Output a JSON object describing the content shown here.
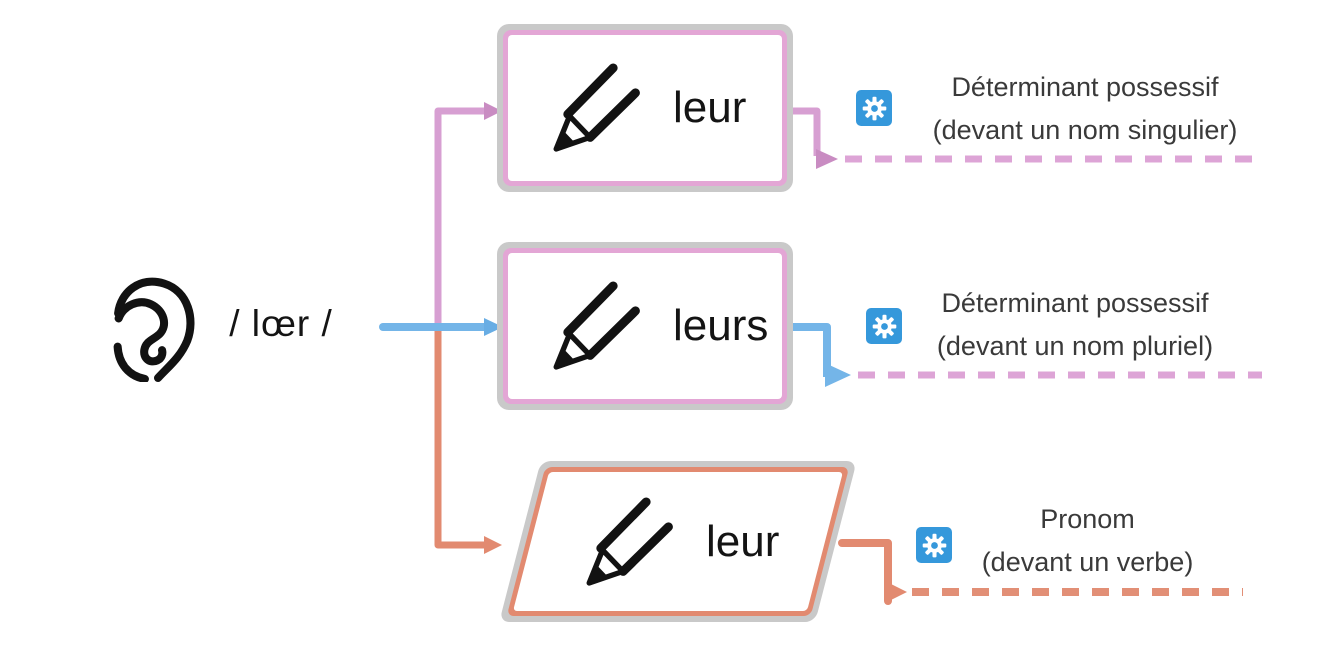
{
  "phonetic": "/ lœr /",
  "nodes": [
    {
      "word": "leur",
      "shape": "rectangle",
      "border": "pink"
    },
    {
      "word": "leurs",
      "shape": "rectangle",
      "border": "pink"
    },
    {
      "word": "leur",
      "shape": "parallelogram",
      "border": "salmon"
    }
  ],
  "labels": [
    {
      "line1": "Déterminant possessif",
      "line2": "(devant un nom singulier)"
    },
    {
      "line1": "Déterminant possessif",
      "line2": "(devant un nom pluriel)"
    },
    {
      "line1": "Pronom",
      "line2": "(devant un verbe)"
    }
  ],
  "icons": {
    "ear": "ear-icon",
    "pencil": "pencil-icon",
    "gear": "gear-icon"
  },
  "colors": {
    "pink_connector": "#d79fd2",
    "pink_dashed": "#dda4d6",
    "pink_box_border": "#e3a6d5",
    "blue_connector": "#74b5e8",
    "salmon_connector": "#e28a70",
    "gray_frame": "#c9c9c9",
    "gear_blue": "#3598db",
    "text": "#3a3a3a"
  }
}
